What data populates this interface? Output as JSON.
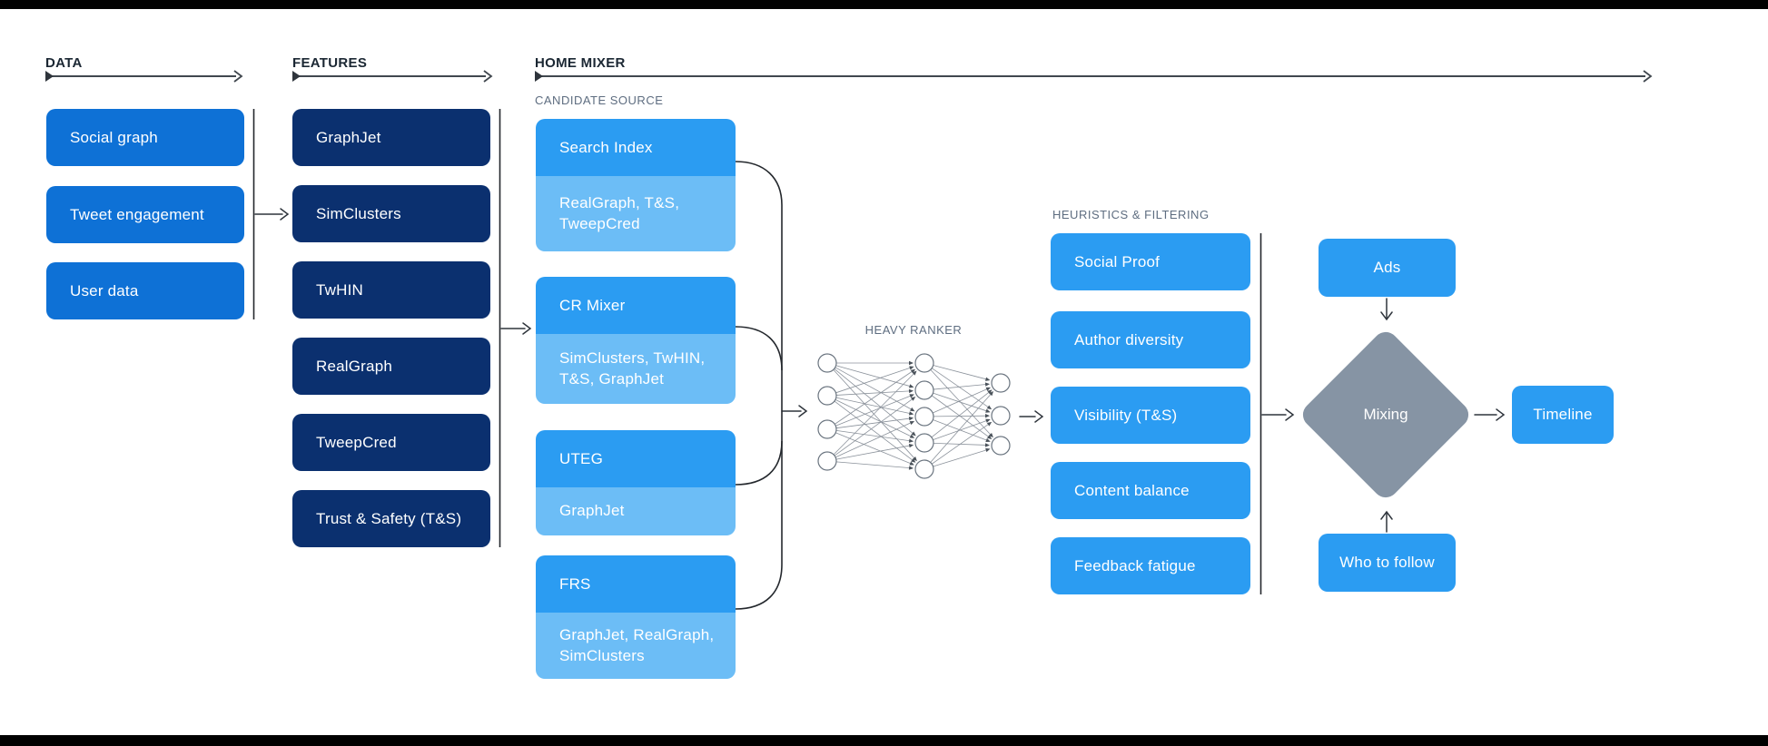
{
  "colors": {
    "data_box": "#0e71d6",
    "feature_box": "#0b306f",
    "candidate_primary": "#2b9cf2",
    "candidate_secondary": "#6cbdf6",
    "filter_box": "#2b9cf2",
    "mixing_diamond": "#8694a4",
    "frame_bar": "#000000",
    "header_text": "#1b2733",
    "sub_label_text": "#5e6d80"
  },
  "headers": {
    "data": "DATA",
    "features": "FEATURES",
    "home_mixer": "HOME MIXER"
  },
  "data_column": {
    "items": [
      "Social graph",
      "Tweet engagement",
      "User data"
    ]
  },
  "features_column": {
    "items": [
      "GraphJet",
      "SimClusters",
      "TwHIN",
      "RealGraph",
      "TweepCred",
      "Trust & Safety (T&S)"
    ]
  },
  "candidate_source": {
    "label": "CANDIDATE SOURCE",
    "items": [
      {
        "name": "Search Index",
        "sources": "RealGraph, T&S, TweepCred"
      },
      {
        "name": "CR Mixer",
        "sources": "SimClusters, TwHIN, T&S, GraphJet"
      },
      {
        "name": "UTEG",
        "sources": "GraphJet"
      },
      {
        "name": "FRS",
        "sources": "GraphJet, RealGraph, SimClusters"
      }
    ]
  },
  "heavy_ranker": {
    "label": "HEAVY RANKER"
  },
  "heuristics": {
    "label": "HEURISTICS & FILTERING",
    "items": [
      "Social Proof",
      "Author diversity",
      "Visibility (T&S)",
      "Content balance",
      "Feedback fatigue"
    ]
  },
  "mixing": {
    "label": "Mixing"
  },
  "ads": {
    "label": "Ads"
  },
  "who_to_follow": {
    "label": "Who to follow"
  },
  "timeline": {
    "label": "Timeline"
  }
}
